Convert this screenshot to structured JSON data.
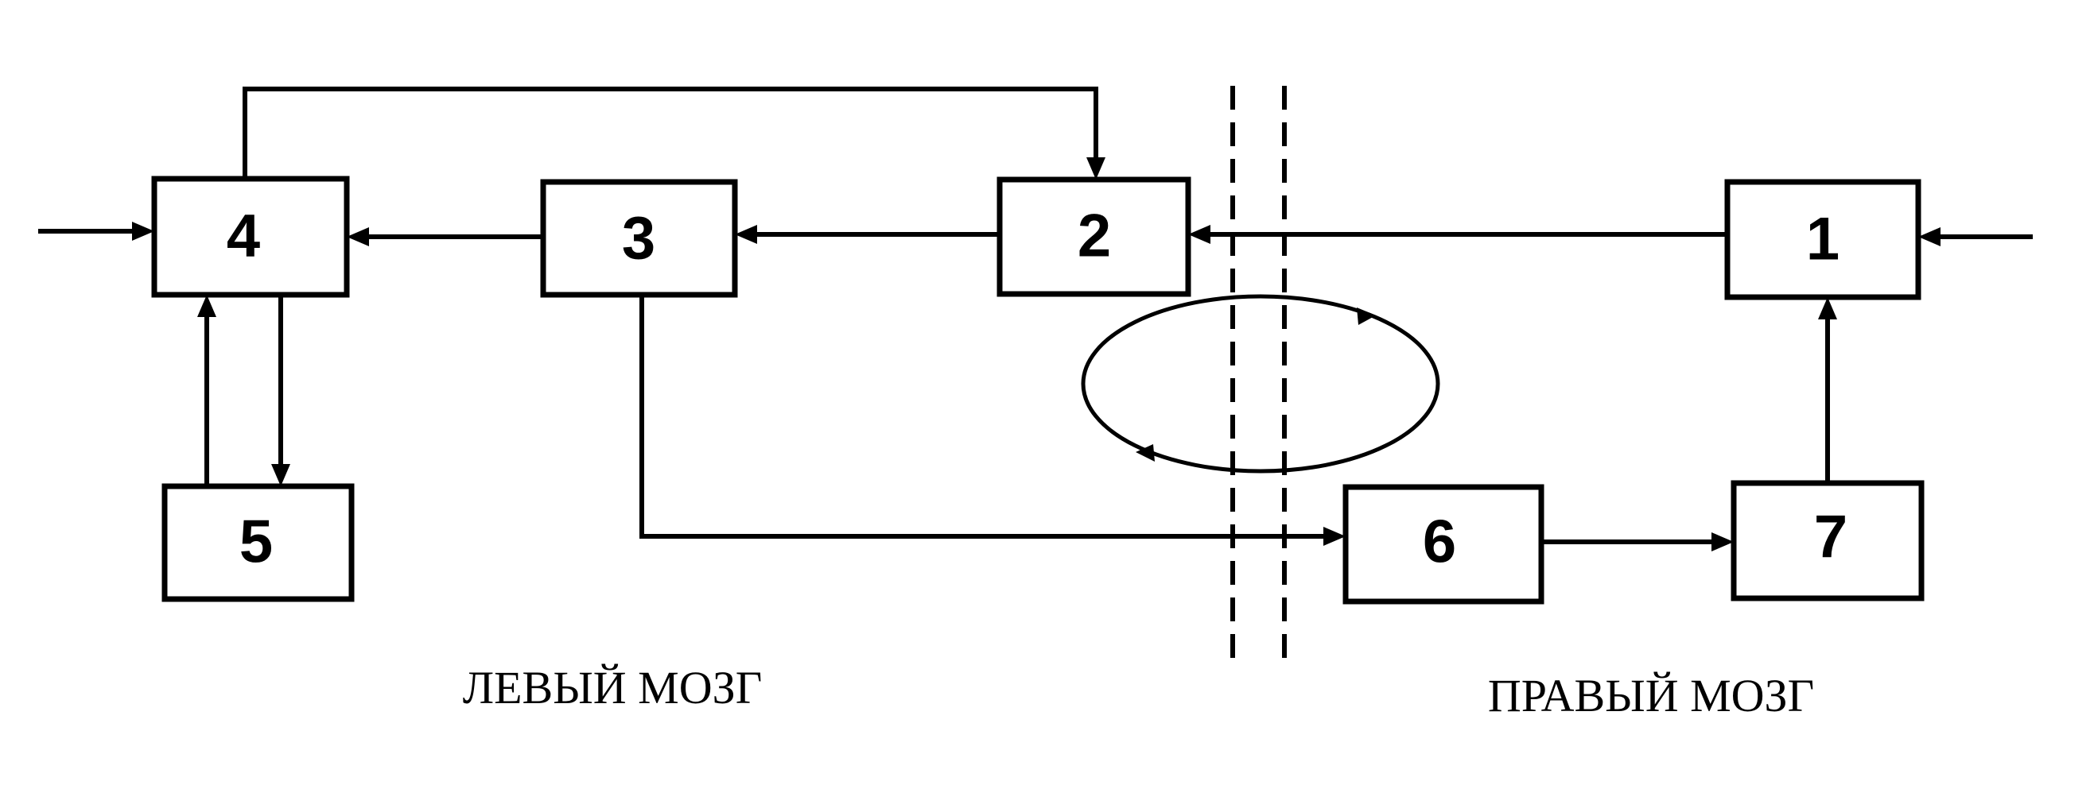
{
  "blocks": [
    {
      "id": "1",
      "label": "1"
    },
    {
      "id": "2",
      "label": "2"
    },
    {
      "id": "3",
      "label": "3"
    },
    {
      "id": "4",
      "label": "4"
    },
    {
      "id": "5",
      "label": "5"
    },
    {
      "id": "6",
      "label": "6"
    },
    {
      "id": "7",
      "label": "7"
    }
  ],
  "regions": {
    "left": "ЛЕВЫЙ МОЗГ",
    "right": "ПРАВЫЙ МОЗГ"
  },
  "connections": [
    {
      "from": "input",
      "to": "1"
    },
    {
      "from": "1",
      "to": "2"
    },
    {
      "from": "2",
      "to": "3"
    },
    {
      "from": "3",
      "to": "4"
    },
    {
      "from": "input",
      "to": "4"
    },
    {
      "from": "4",
      "to": "2"
    },
    {
      "from": "4",
      "to": "5"
    },
    {
      "from": "5",
      "to": "4"
    },
    {
      "from": "3",
      "to": "6"
    },
    {
      "from": "6",
      "to": "7"
    },
    {
      "from": "7",
      "to": "1"
    }
  ],
  "colors": {
    "line": "#000000",
    "background": "#ffffff"
  }
}
